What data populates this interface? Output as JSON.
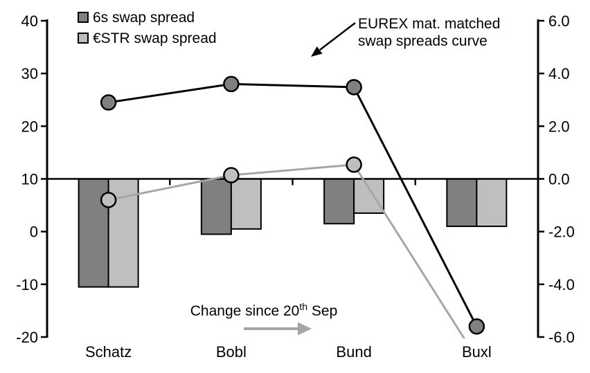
{
  "chart_data": {
    "type": "combo_bar_line",
    "title": "",
    "categories": [
      "Schatz",
      "Bobl",
      "Bund",
      "Buxl"
    ],
    "left_axis": {
      "min": -20,
      "max": 40,
      "ticks": [
        40,
        30,
        20,
        10,
        0,
        -10,
        -20
      ],
      "label_format": "integer"
    },
    "right_axis": {
      "min": -6,
      "max": 6,
      "ticks": [
        6,
        4,
        2,
        0,
        -2,
        -4,
        -6
      ],
      "label_format": "one_decimal"
    },
    "baseline": {
      "left_value": 10,
      "right_value": 0
    },
    "grid": false,
    "legend_position": "top-left",
    "bar_series": [
      {
        "name": "6s swap spread",
        "axis": "right",
        "color": "#808080",
        "values": [
          -4.1,
          -2.1,
          -1.7,
          -1.8
        ]
      },
      {
        "name": "€STR swap spread",
        "axis": "right",
        "color": "#BFBFBF",
        "values": [
          -4.1,
          -1.9,
          -1.3,
          -1.8
        ]
      }
    ],
    "line_series": [
      {
        "name": "6s swap spread curve",
        "axis": "left",
        "color": "#000000",
        "marker_fill": "#808080",
        "values": [
          24.5,
          28.0,
          27.4,
          -18.0
        ]
      },
      {
        "name": "€STR swap spread curve",
        "axis": "left",
        "color": "#A6A6A6",
        "marker_fill": "#BFBFBF",
        "values": [
          6.0,
          10.7,
          12.7,
          -24.0
        ],
        "last_point_clipped_below_axis": true
      }
    ],
    "annotations": {
      "eurex": {
        "line1": "EUREX mat. matched",
        "line2": "swap spreads curve",
        "arrow_color": "#000000"
      },
      "change_since": {
        "prefix": "Change since 20",
        "superscript": "th",
        "suffix": " Sep",
        "arrow_color": "#A6A6A6"
      }
    },
    "colors": {
      "dark_gray": "#808080",
      "light_gray": "#BFBFBF",
      "gray_line": "#A6A6A6",
      "black": "#000000",
      "background": "#FFFFFF"
    }
  }
}
